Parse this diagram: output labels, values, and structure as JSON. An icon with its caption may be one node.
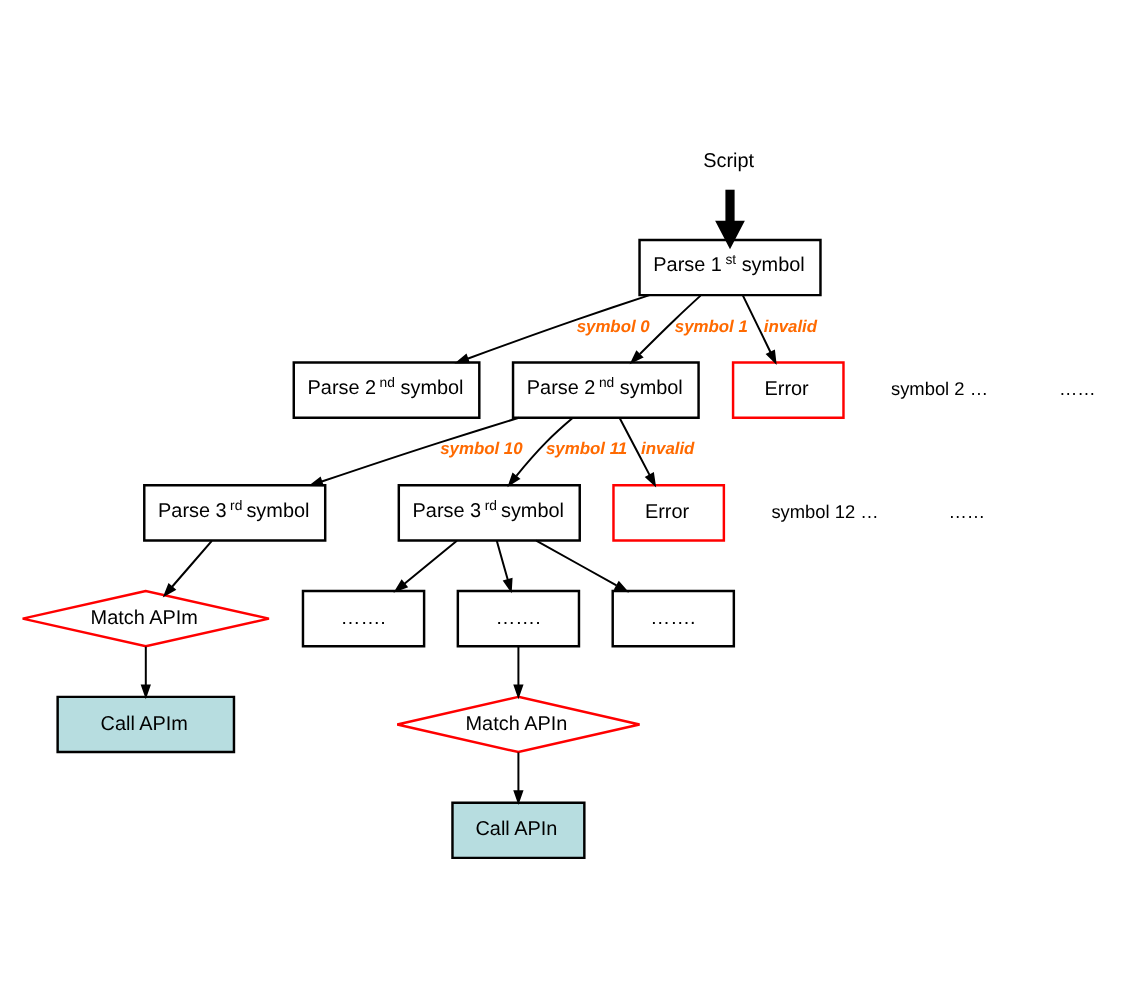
{
  "diagram": {
    "nodes": [
      {
        "text": [
          "Script"
        ]
      },
      {
        "text": [
          "Parse 1$^{st}$ symbol"
        ]
      },
      {
        "text": [
          "Parse 2$^{nd}$ symbol"
        ]
      },
      {
        "text": [
          "Parse 2$^{nd}$ symbol"
        ]
      },
      {
        "text": [
          "Error"
        ]
      },
      {
        "text": [
          "Parse 3$^{rd}$ symbol"
        ]
      },
      {
        "text": [
          "Parse 3$^{rd}$ symbol"
        ]
      },
      {
        "text": [
          "Error"
        ]
      },
      {
        "text": [
          "Match APIm"
        ]
      },
      {
        "text": [
          "……."
        ]
      },
      {
        "text": [
          "……."
        ]
      },
      {
        "text": [
          "……."
        ]
      },
      {
        "text": [
          "Call APIm"
        ]
      },
      {
        "text": [
          "Match APIn"
        ]
      },
      {
        "text": [
          "Call APIn"
        ]
      }
    ],
    "edges": [
      {
        "from": 0,
        "to": 1,
        "arrow": "to",
        "style": "thick"
      },
      {
        "from": 1,
        "to": 2,
        "arrow": "to",
        "label": "symbol 0"
      },
      {
        "from": 1,
        "to": 3,
        "arrow": "to",
        "label": "symbol 1"
      },
      {
        "from": 1,
        "to": 4,
        "arrow": "to",
        "label": "invalid"
      },
      {
        "from": 3,
        "to": 5,
        "arrow": "to",
        "label": "symbol 10"
      },
      {
        "from": 3,
        "to": 6,
        "arrow": "to",
        "label": "symbol 11"
      },
      {
        "from": 3,
        "to": 7,
        "arrow": "to",
        "label": "invalid"
      },
      {
        "from": 5,
        "to": 8,
        "arrow": "to"
      },
      {
        "from": 6,
        "to": 9,
        "arrow": "to"
      },
      {
        "from": 6,
        "to": 10,
        "arrow": "to"
      },
      {
        "from": 6,
        "to": 11,
        "arrow": "to"
      },
      {
        "from": 8,
        "to": 12,
        "arrow": "to"
      },
      {
        "from": 10,
        "to": 13,
        "arrow": "to"
      },
      {
        "from": 13,
        "to": 14,
        "arrow": "to"
      }
    ],
    "labels": [
      "symbol 2 …",
      "……",
      "symbol 12 …",
      "……"
    ]
  }
}
